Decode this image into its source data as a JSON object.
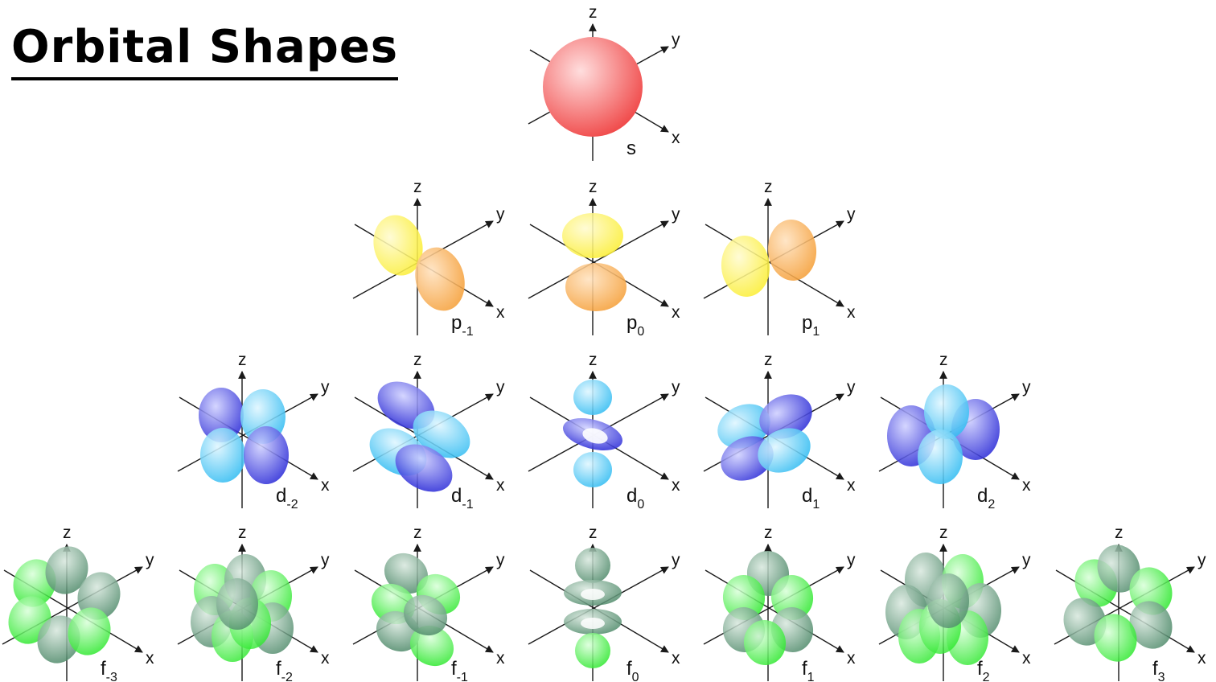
{
  "title": "Orbital Shapes",
  "axis_labels": {
    "x": "x",
    "y": "y",
    "z": "z"
  },
  "colors": {
    "s": "#f04a4a",
    "p_yellow": "#fbee35",
    "p_orange": "#f5a03a",
    "d_blue": "#2f2fd8",
    "d_cyan": "#35bdf2",
    "f_green": "#2fe82f",
    "f_gray": "#4f8a6a",
    "axis": "#1a1a1a"
  },
  "rows": [
    {
      "name": "s",
      "orbitals": [
        {
          "id": "s",
          "letter": "s",
          "sub": "",
          "shape": "s"
        }
      ]
    },
    {
      "name": "p",
      "orbitals": [
        {
          "id": "p-1",
          "letter": "p",
          "sub": "-1",
          "shape": "p_x"
        },
        {
          "id": "p0",
          "letter": "p",
          "sub": "0",
          "shape": "p_z"
        },
        {
          "id": "p1",
          "letter": "p",
          "sub": "1",
          "shape": "p_y"
        }
      ]
    },
    {
      "name": "d",
      "orbitals": [
        {
          "id": "d-2",
          "letter": "d",
          "sub": "-2",
          "shape": "d_xy"
        },
        {
          "id": "d-1",
          "letter": "d",
          "sub": "-1",
          "shape": "d_tilt_a"
        },
        {
          "id": "d0",
          "letter": "d",
          "sub": "0",
          "shape": "d_z2"
        },
        {
          "id": "d1",
          "letter": "d",
          "sub": "1",
          "shape": "d_tilt_b"
        },
        {
          "id": "d2",
          "letter": "d",
          "sub": "2",
          "shape": "d_x2y2"
        }
      ]
    },
    {
      "name": "f",
      "orbitals": [
        {
          "id": "f-3",
          "letter": "f",
          "sub": "-3",
          "shape": "f_six"
        },
        {
          "id": "f-2",
          "letter": "f",
          "sub": "-2",
          "shape": "f_eight"
        },
        {
          "id": "f-1",
          "letter": "f",
          "sub": "-1",
          "shape": "f_tilt"
        },
        {
          "id": "f0",
          "letter": "f",
          "sub": "0",
          "shape": "f_z3"
        },
        {
          "id": "f1",
          "letter": "f",
          "sub": "1",
          "shape": "f_tilt2"
        },
        {
          "id": "f2",
          "letter": "f",
          "sub": "2",
          "shape": "f_eight2"
        },
        {
          "id": "f3",
          "letter": "f",
          "sub": "3",
          "shape": "f_six2"
        }
      ]
    }
  ]
}
